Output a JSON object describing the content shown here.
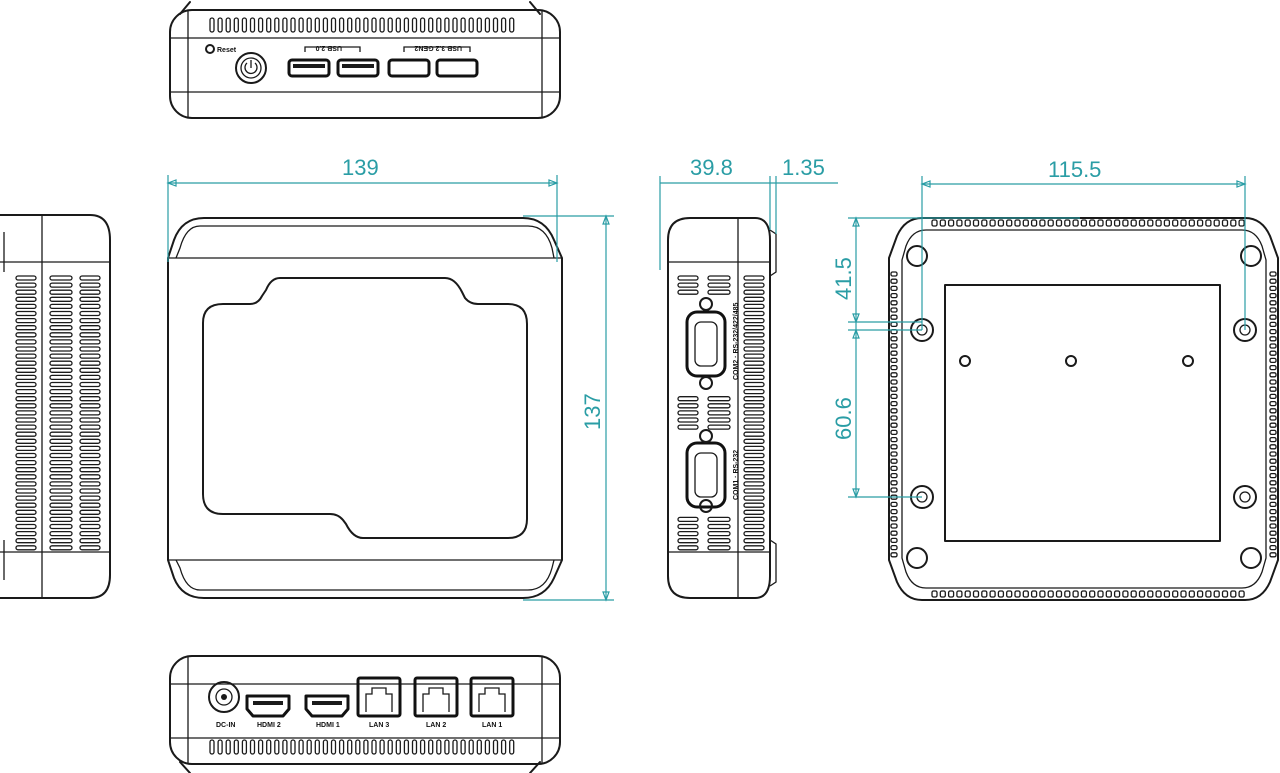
{
  "colors": {
    "outline": "#1a1a1a",
    "dimension": "#2a9da5",
    "background": "#ffffff"
  },
  "dimensions": {
    "width": "139",
    "depth": "137",
    "height": "39.8",
    "foot": "1.35",
    "mount_x": "115.5",
    "mount_y1": "41.5",
    "mount_y2": "60.6"
  },
  "front_labels": {
    "reset": "Reset",
    "usb2": "USB 2.0",
    "usb32": "USB 3.2 GEN2"
  },
  "rear_labels": {
    "dcin": "DC-IN",
    "hdmi2": "HDMI 2",
    "hdmi1": "HDMI 1",
    "lan3": "LAN 3",
    "lan2": "LAN 2",
    "lan1": "LAN 1"
  },
  "side_labels": {
    "com2": "COM2 · RS-232/422/485",
    "com1": "COM1 · RS-232"
  },
  "icons": [
    "power-button-icon",
    "usb-port-icon",
    "hdmi-port-icon",
    "rj45-port-icon",
    "db9-serial-port-icon",
    "dc-jack-icon"
  ]
}
